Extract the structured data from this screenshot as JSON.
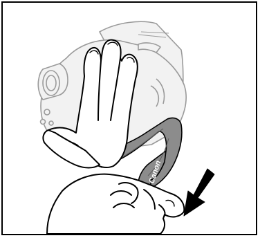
{
  "illustration": {
    "subject": "hand-strap-illustration",
    "strap_brand_text": "Canon",
    "arrow_direction": "down-left",
    "colors": {
      "border": "#000000",
      "camera_fill": "#f2f2f2",
      "camera_outline": "#9a9a9a",
      "hand_fill": "#ffffff",
      "hand_outline": "#000000",
      "strap_fill": "#8c8c8c",
      "strap_dark": "#5e5e5e",
      "arrow_fill": "#000000"
    }
  }
}
